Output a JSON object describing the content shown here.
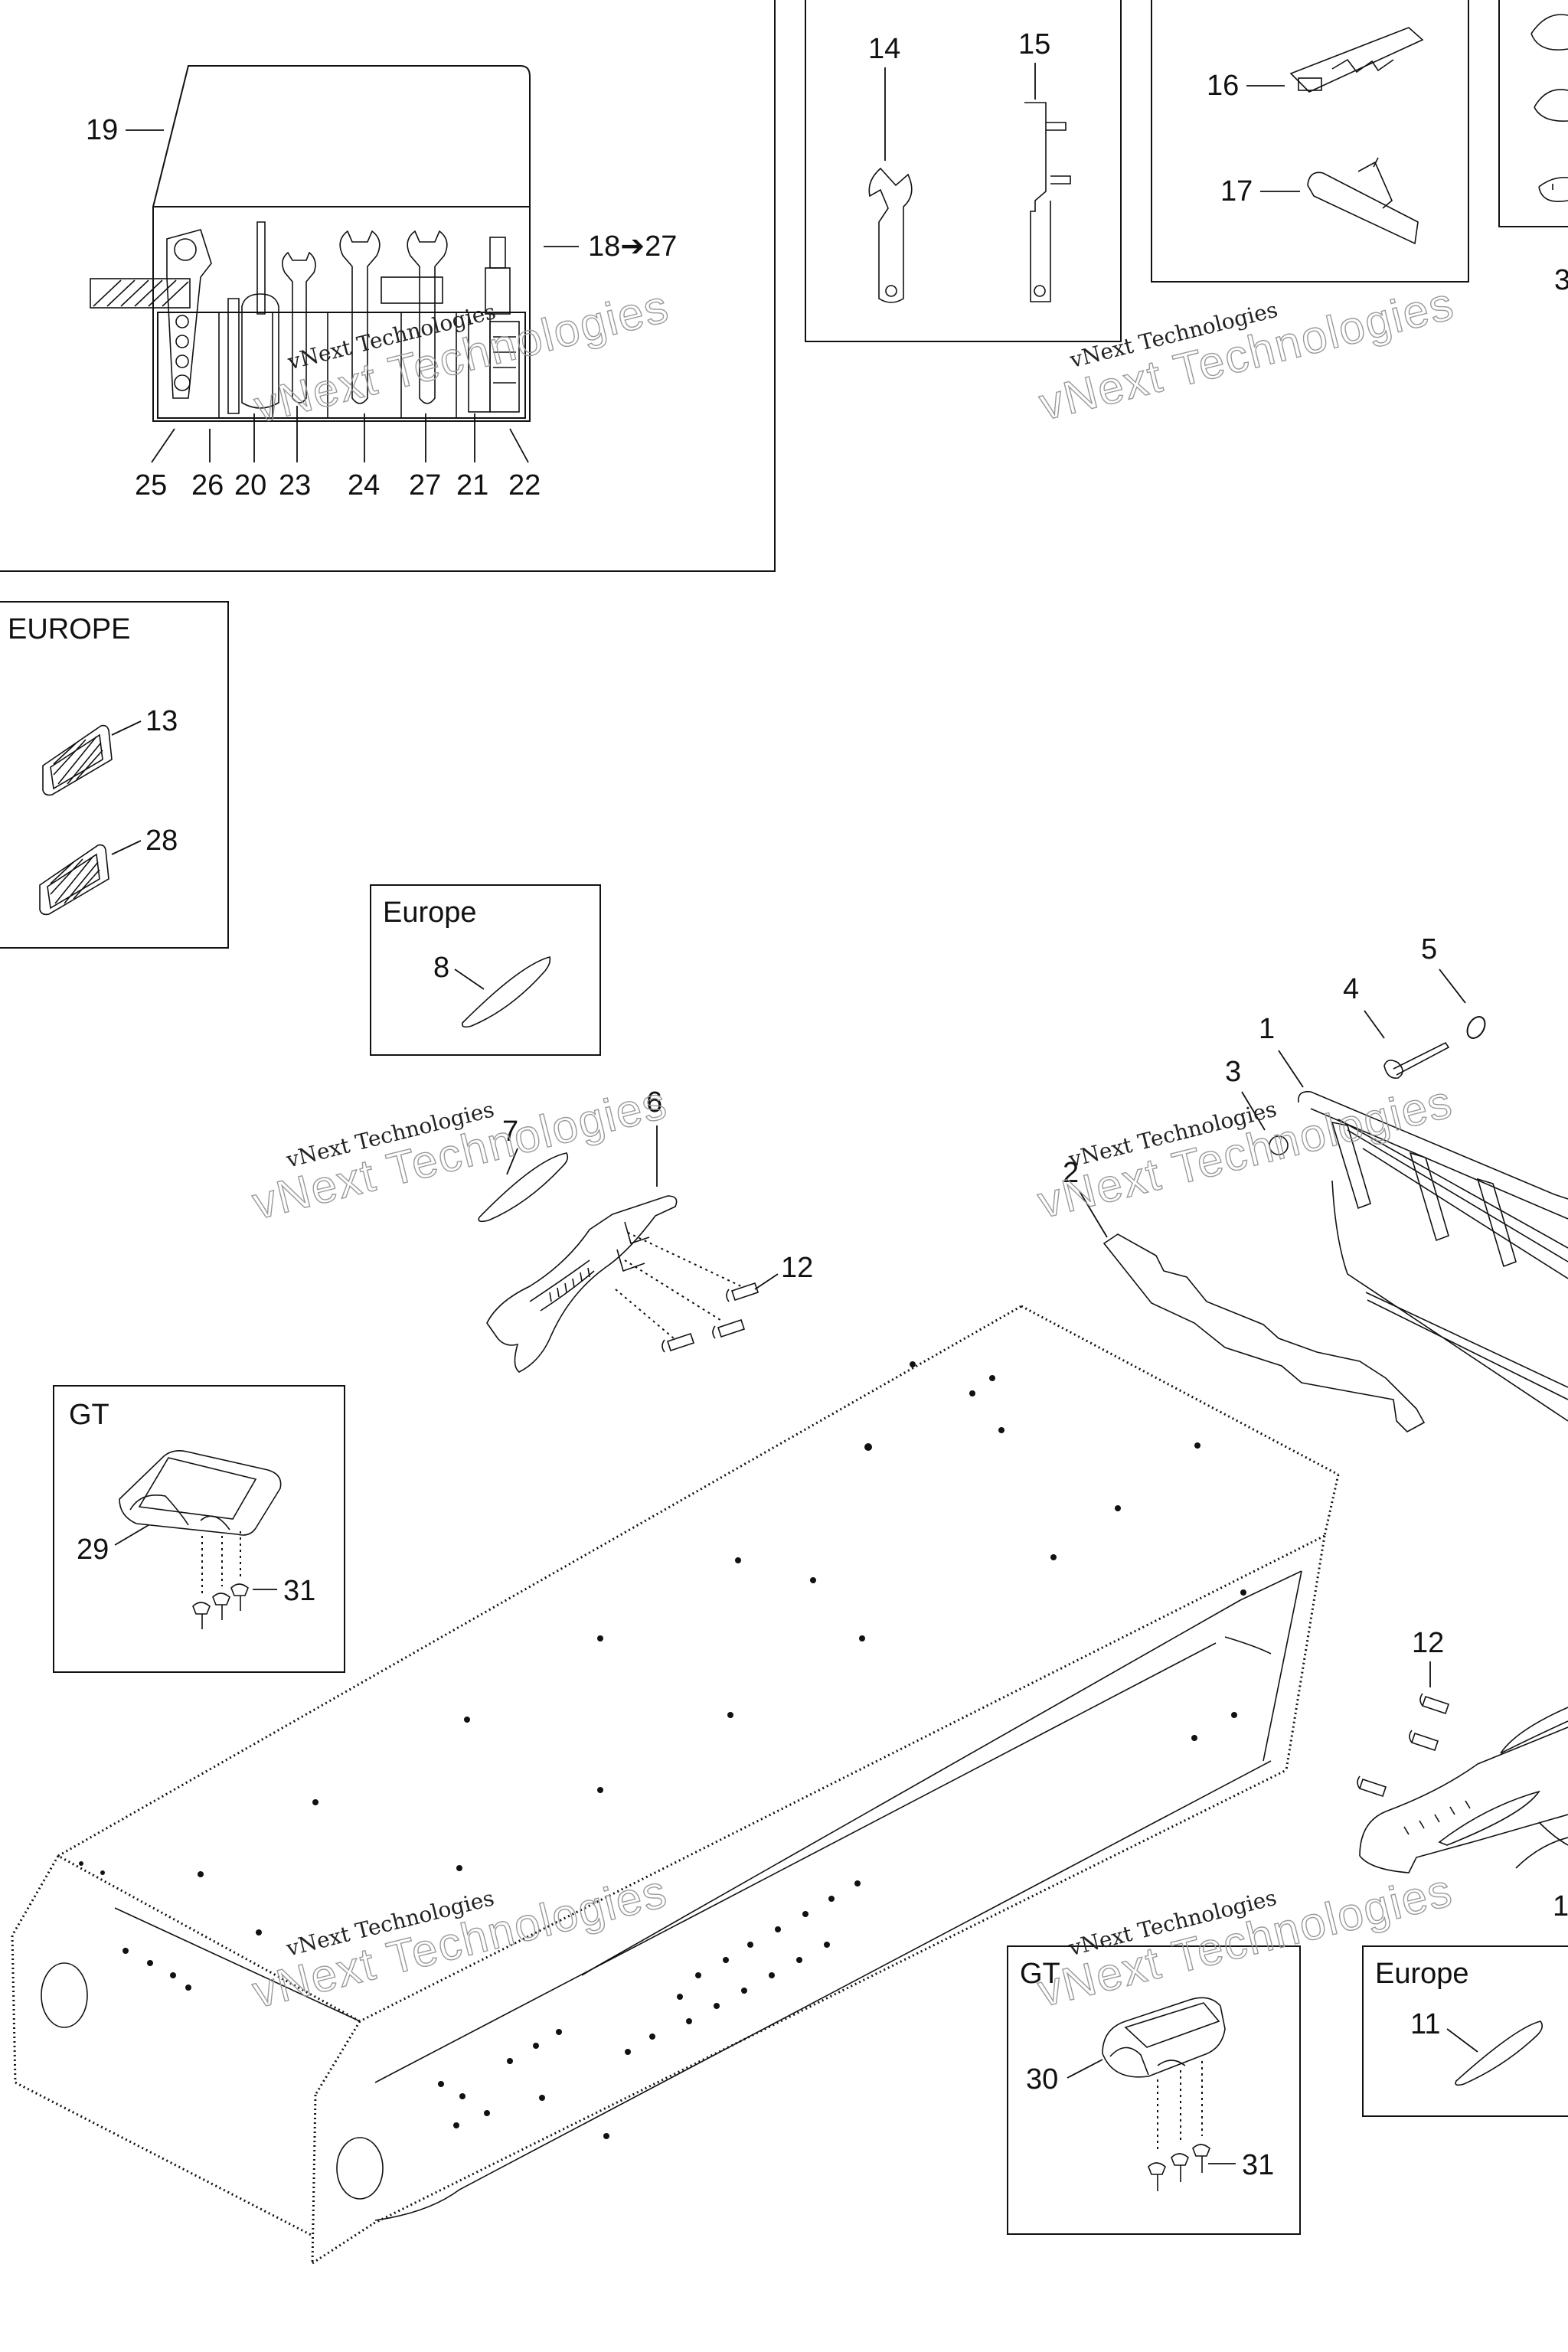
{
  "boxes": {
    "europe_upper": "EUROPE",
    "europe_8": "Europe",
    "gt_left": "GT",
    "gt_right": "GT",
    "europe_11": "Europe"
  },
  "watermark": {
    "small": "vNext Technologies",
    "big": "vNext Technologies"
  },
  "tool_kit": {
    "bag": "19",
    "range": "18➔27",
    "bottom_labels": [
      "25",
      "26",
      "20",
      "23",
      "24",
      "27",
      "21",
      "22"
    ]
  },
  "callouts": {
    "c1": "1",
    "c2": "2",
    "c3": "3",
    "c4": "4",
    "c5": "5",
    "c6": "6",
    "c7": "7",
    "c8": "8",
    "c11": "11",
    "c12a": "12",
    "c12b": "12",
    "c13": "13",
    "c14": "14",
    "c15": "15",
    "c16": "16",
    "c17": "17",
    "c28": "28",
    "c29": "29",
    "c30": "30",
    "c31a": "31",
    "c31b": "31",
    "c3_partial": "3",
    "c1_partial": "1"
  }
}
